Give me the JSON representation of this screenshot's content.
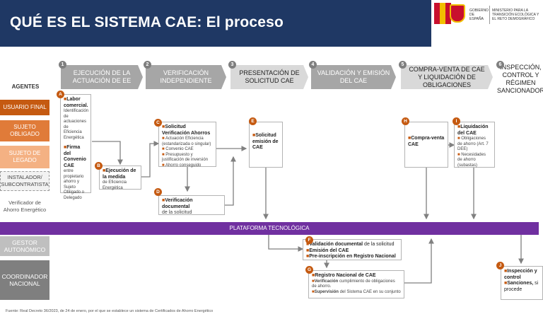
{
  "header": {
    "title": "QUÉ ES EL SISTEMA CAE: El proceso",
    "gov_left": "GOBIERNO DE ESPAÑA",
    "gov_right": "MINISTERIO PARA LA TRANSICIÓN ECOLÓGICA Y EL RETO DEMOGRÁFICO"
  },
  "steps": [
    {
      "num": "1",
      "label": "EJECUCIÓN DE LA ACTUACIÓN DE EE"
    },
    {
      "num": "2",
      "label": "VERIFICACIÓN INDEPENDIENTE"
    },
    {
      "num": "3",
      "label": "PRESENTACIÓN DE SOLICITUD CAE"
    },
    {
      "num": "4",
      "label": "VALIDACIÓN Y EMISIÓN DEL CAE"
    },
    {
      "num": "5",
      "label": "COMPRA-VENTA DE CAE Y LIQUIDACIÓN DE OBLIGACIONES"
    },
    {
      "num": "6",
      "label": "INSPECCIÓN, CONTROL Y RÉGIMEN SANCIONADOR"
    }
  ],
  "agents": {
    "title": "AGENTES",
    "usuario": "USUARIO FINAL",
    "obligado": "SUJETO OBLIGADO",
    "legado": "SUJETO DE LEGADO",
    "instalador": "INSTALADOR/ SUBCONTRATISTA",
    "verificador": "Verificador de Ahorro Energético",
    "gestor": "GESTOR AUTONÓMICO",
    "coordinador": "COORDINADOR NACIONAL"
  },
  "platform": "PLATAFORMA TECNOLÓGICA",
  "boxes": {
    "A": {
      "letter": "A",
      "t1": "Labor comercial.",
      "d1": "Identificación de actuaciones de Eficiencia Energética",
      "t2": "Firma del Convenio CAE",
      "d2": "entre propietario ahorro y Sujeto Obligado o Delegado"
    },
    "B": {
      "letter": "B",
      "t1": "Ejecución de la medida",
      "d1": "de Eficiencia Energética"
    },
    "C": {
      "letter": "C",
      "t1": "Solicitud Verificación Ahorros",
      "items": [
        "Actuación Eficiencia (estandarizada o singular)",
        "Convenio CAE",
        "Presupuesto y justificación de inversión",
        "Ahorro conseguido"
      ]
    },
    "D": {
      "letter": "D",
      "t1": "Verificación documental",
      "d1": "de la solicitud"
    },
    "E": {
      "letter": "E",
      "t1": "Solicitud emisión de CAE"
    },
    "F": {
      "letter": "F",
      "l1a": "Validación documental",
      "l1b": "de la solicitud",
      "l2": "Emisión del CAE",
      "l3": "Pre-inscripción en Registro Nacional"
    },
    "G": {
      "letter": "G",
      "l1": "Registro Nacional de CAE",
      "l2a": "Verificación",
      "l2b": "cumplimiento de obligaciones de ahorro.",
      "l3a": "Supervisión",
      "l3b": "del Sistema CAE en su conjunto"
    },
    "H": {
      "letter": "H",
      "t1": "Compra-venta CAE"
    },
    "I": {
      "letter": "I",
      "t1": "Liquidación del CAE",
      "items": [
        "Obligaciones de ahorro (Art. 7 DEE)",
        "Necesidades de ahorro (subastas)"
      ]
    },
    "J": {
      "letter": "J",
      "l1": "Inspección y control",
      "l2a": "Sanciones,",
      "l2b": "si procede"
    }
  },
  "footnote": "Fuente: Real Decreto 36/2023, de 24 de enero, por el que se establece un sistema de Certificados de Ahorro Energético",
  "colors": {
    "header": "#1f3864",
    "platform": "#7030a0",
    "accent": "#c55a11"
  }
}
